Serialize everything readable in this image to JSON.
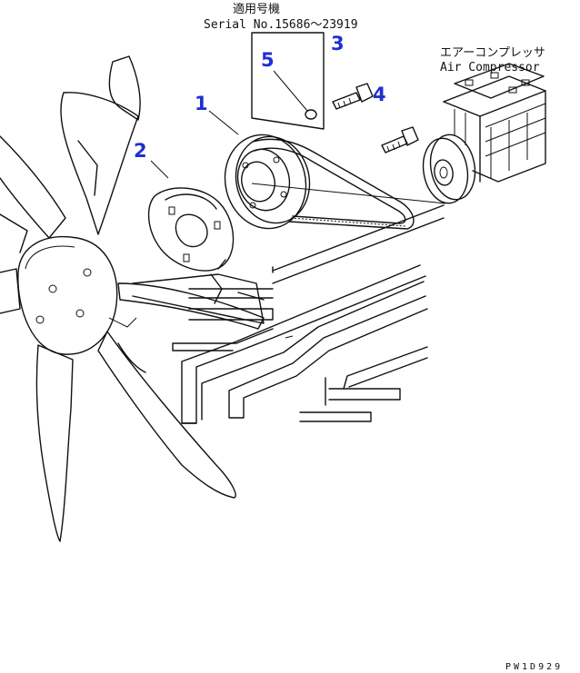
{
  "serial_note": {
    "heading_jp": "適用号機",
    "serial_range": "Serial No.15686～23919"
  },
  "compressor_note": {
    "label_jp": "エアーコンプレッサ",
    "label_en": "Air Compressor"
  },
  "callouts": [
    "1",
    "2",
    "3",
    "4",
    "5"
  ],
  "drawing_code": "PW1D929",
  "colors": {
    "callout": "#1f2fd0",
    "line": "#111111"
  }
}
